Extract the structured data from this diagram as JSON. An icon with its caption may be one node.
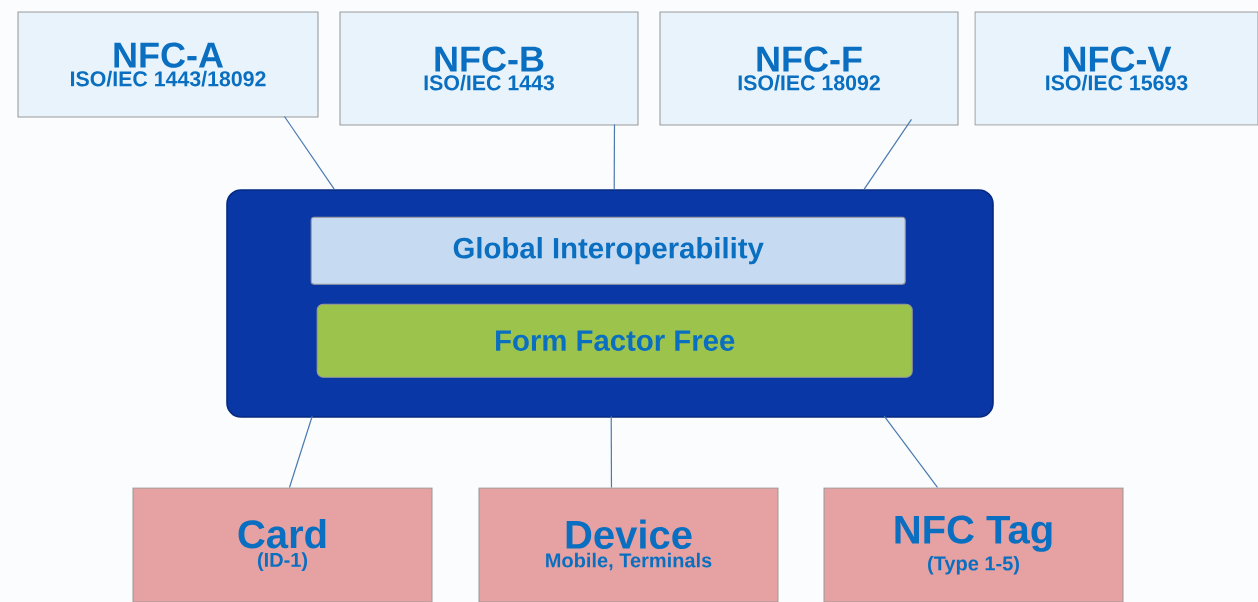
{
  "diagram": {
    "nodes": [
      {
        "text": [
          "NFC-A",
          "ISO/IEC 1443/18092"
        ]
      },
      {
        "text": [
          "NFC-B",
          "ISO/IEC 1443"
        ]
      },
      {
        "text": [
          "NFC-F",
          "ISO/IEC 18092"
        ]
      },
      {
        "text": [
          "NFC-V",
          "ISO/IEC 15693"
        ]
      },
      {
        "text": [],
        "shape": "box"
      },
      {
        "text": [
          "Global Interoperability"
        ],
        "in": 4
      },
      {
        "text": [
          "Form Factor Free"
        ],
        "in": 4
      },
      {
        "text": [
          "Card",
          "(ID-1)"
        ]
      },
      {
        "text": [
          "Device",
          "Mobile, Terminals"
        ]
      },
      {
        "text": [
          "NFC Tag",
          "(Type 1-5)"
        ]
      }
    ],
    "edges": [
      {
        "from": 0,
        "to": 4,
        "arrow": "none"
      },
      {
        "from": 1,
        "to": 4,
        "arrow": "none"
      },
      {
        "from": 2,
        "to": 4,
        "arrow": "none"
      },
      {
        "from": 4,
        "to": 7,
        "arrow": "none"
      },
      {
        "from": 4,
        "to": 8,
        "arrow": "none"
      },
      {
        "from": 4,
        "to": 9,
        "arrow": "none"
      }
    ]
  }
}
